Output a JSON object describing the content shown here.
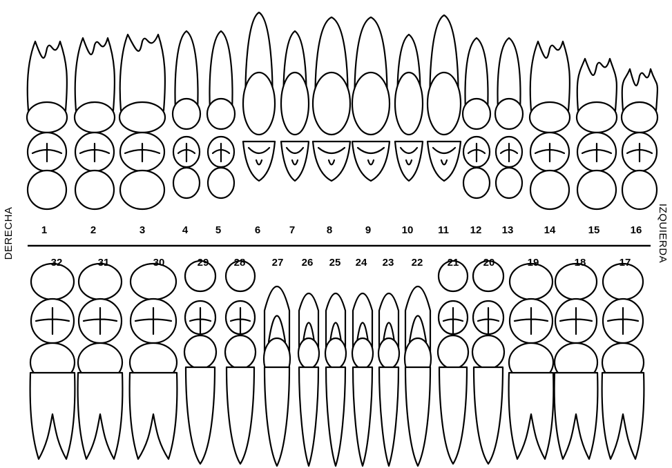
{
  "labels": {
    "right_side": "DERECHA",
    "left_side": "IZQUIERDA"
  },
  "upper_numbers": [
    "1",
    "2",
    "3",
    "4",
    "5",
    "6",
    "7",
    "8",
    "9",
    "10",
    "11",
    "12",
    "13",
    "14",
    "15",
    "16"
  ],
  "lower_numbers": [
    "32",
    "31",
    "30",
    "29",
    "28",
    "27",
    "26",
    "25",
    "24",
    "23",
    "22",
    "21",
    "20",
    "19",
    "18",
    "17"
  ]
}
